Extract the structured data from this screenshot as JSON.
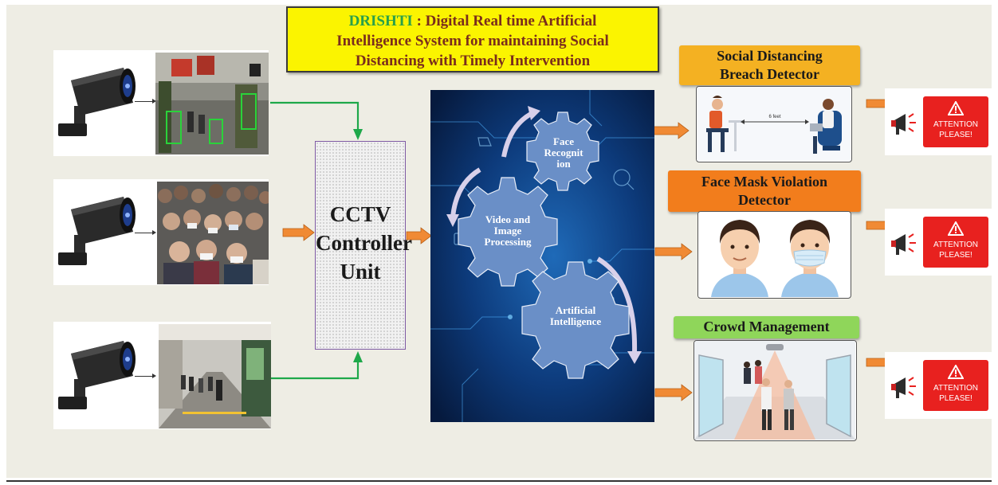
{
  "title": {
    "brand": "DRISHTI",
    "line1_rest": " : Digital Real time Artificial",
    "line2": "Intelligence System for maintaining Social",
    "line3": "Distancing with Timely Intervention"
  },
  "controller": {
    "line1": "CCTV",
    "line2": "Controller",
    "line3": "Unit"
  },
  "gears": {
    "face_line1": "Face",
    "face_line2": "Recognit",
    "face_line3": "ion",
    "video_line1": "Video and",
    "video_line2": "Image",
    "video_line3": "Processing",
    "ai_line1": "Artificial",
    "ai_line2": "Intelligence"
  },
  "detectors": [
    {
      "line1": "Social Distancing",
      "line2": "Breach Detector",
      "color": "#f4b122"
    },
    {
      "line1": "Face Mask Violation",
      "line2": "Detector",
      "color": "#f27d1c"
    },
    {
      "line1": "Crowd Management",
      "line2": "",
      "color": "#8fd65a"
    }
  ],
  "scene_label": "6 feet",
  "alert": {
    "line1": "ATTENTION",
    "line2": "PLEASE!"
  },
  "colors": {
    "arrow_orange": "#f08a34",
    "arrow_green": "#1ea84a",
    "tech_blue": "#0a2a5e",
    "gear_blue": "#6a8fc7"
  }
}
